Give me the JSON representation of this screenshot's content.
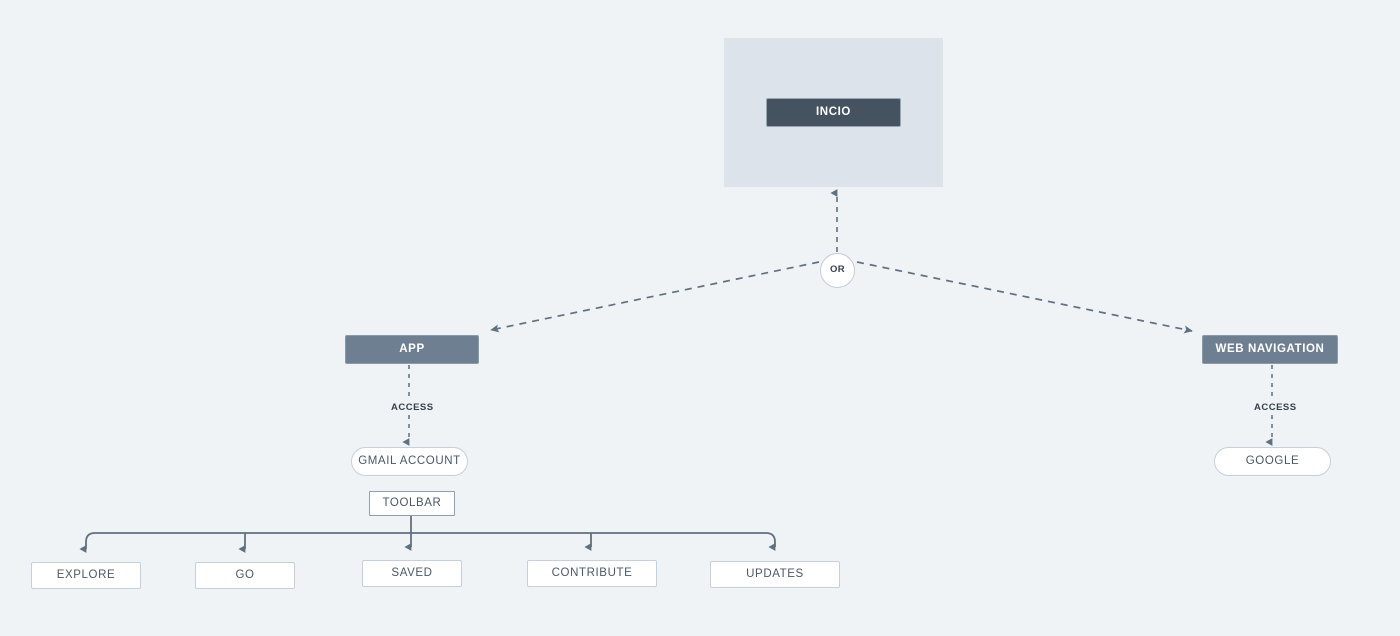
{
  "diagram": {
    "background_color": "#eff3f6",
    "accent_dark": "#45525f",
    "accent_slate": "#6e7f91",
    "line_color": "#5f7080",
    "group": {
      "name": "incio-group"
    },
    "nodes": {
      "incio": {
        "label": "INCIO"
      },
      "or": {
        "label": "OR"
      },
      "app": {
        "label": "APP"
      },
      "web_navigation": {
        "label": "WEB NAVIGATION"
      },
      "gmail_account": {
        "label": "GMAIL ACCOUNT"
      },
      "google": {
        "label": "GOOGLE"
      },
      "toolbar": {
        "label": "TOOLBAR"
      }
    },
    "edge_labels": {
      "access_left": "ACCESS",
      "access_right": "ACCESS"
    },
    "toolbar_children": [
      {
        "label": "EXPLORE"
      },
      {
        "label": "GO"
      },
      {
        "label": "SAVED"
      },
      {
        "label": "CONTRIBUTE"
      },
      {
        "label": "UPDATES"
      }
    ]
  }
}
